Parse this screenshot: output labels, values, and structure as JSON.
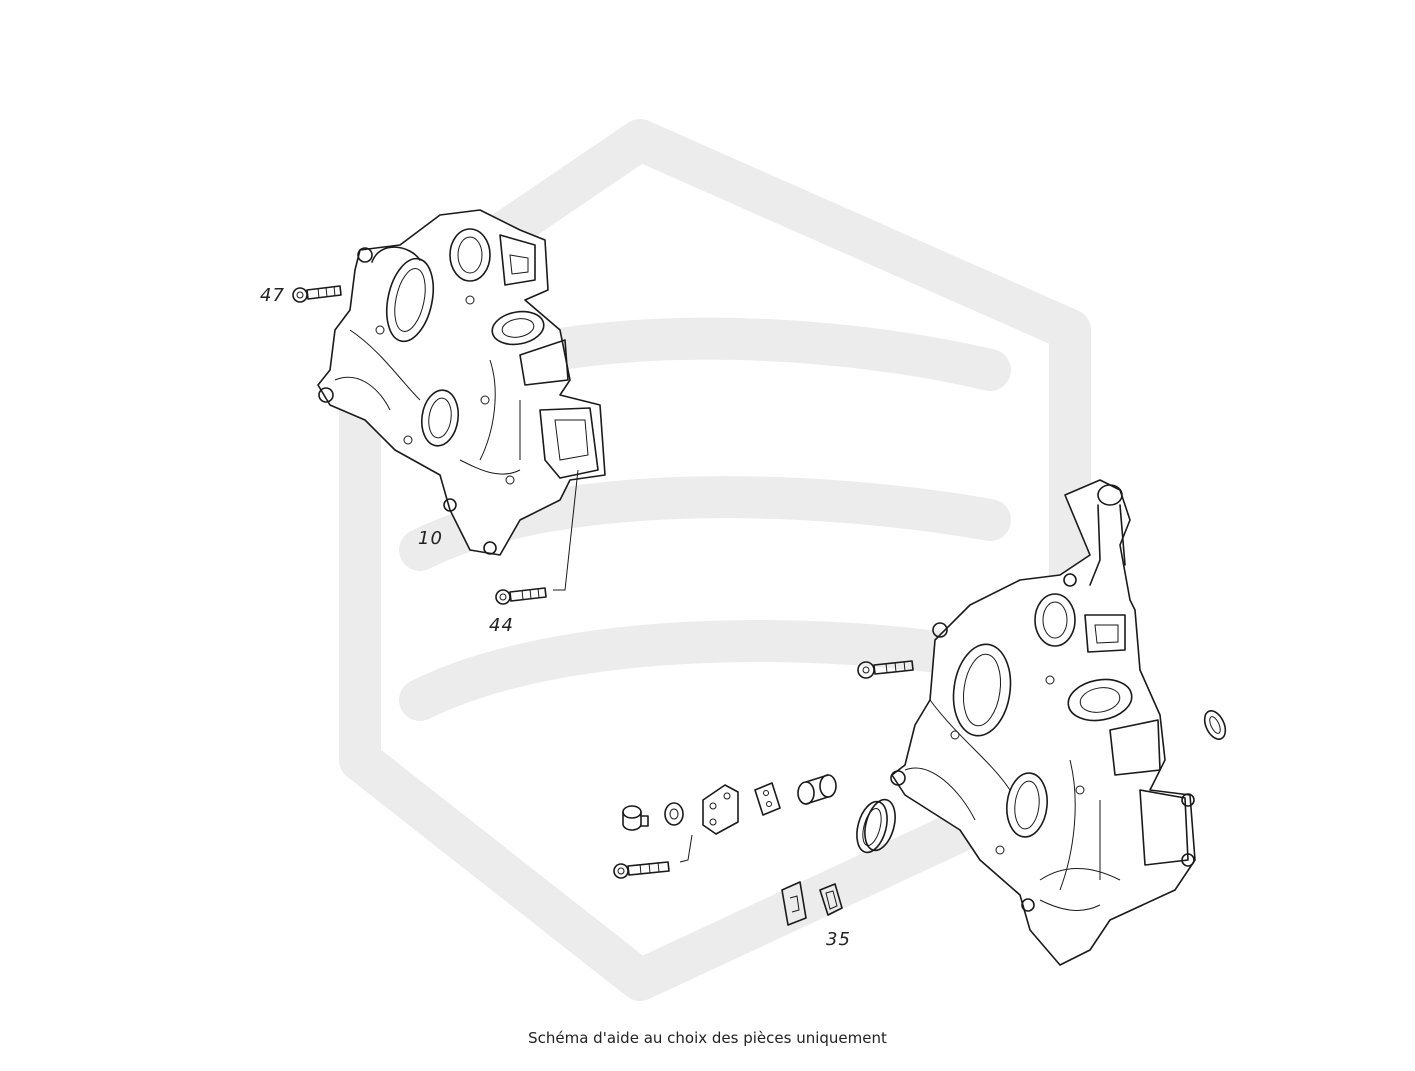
{
  "diagram": {
    "callouts": {
      "c47": "47",
      "c10": "10",
      "c44": "44",
      "c35": "35"
    },
    "caption": "Schéma d'aide au choix des pièces uniquement",
    "colors": {
      "line": "#1a1a1a",
      "watermark": "#ececec"
    }
  }
}
